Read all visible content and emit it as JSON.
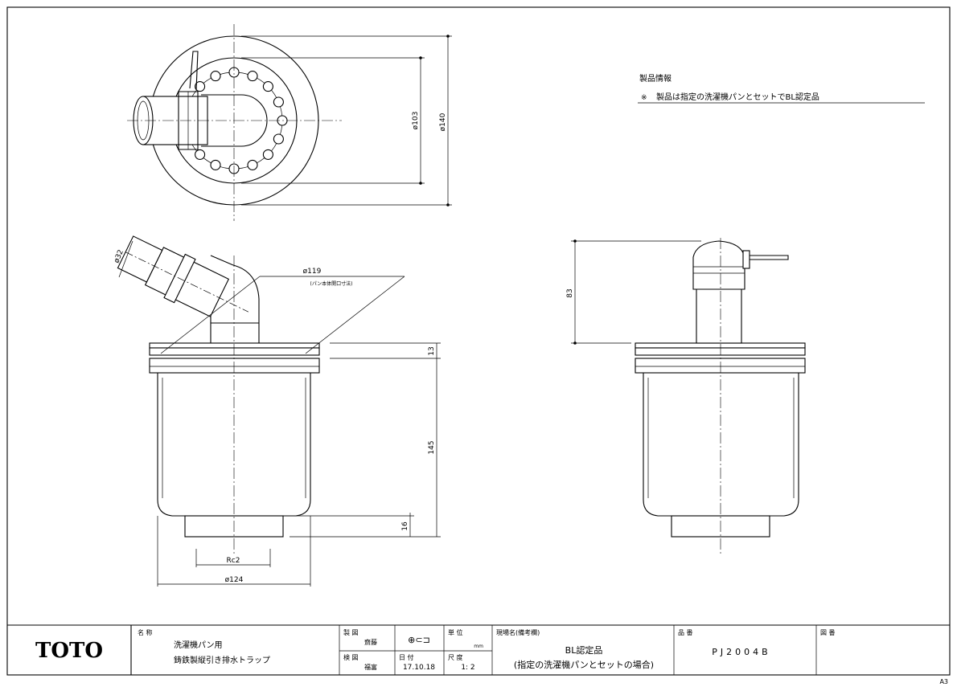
{
  "product_info": {
    "heading": "製品情報",
    "note_mark": "※",
    "note": "製品は指定の洗濯機パンとセットでBL認定品"
  },
  "dimensions": {
    "d140": "ø140",
    "d103": "ø103",
    "d32": "ø32",
    "d119": "ø119",
    "d119_note": "(パン本体開口寸法)",
    "h13": "13",
    "h145": "145",
    "h16": "16",
    "rc2": "Rc2",
    "d124": "ø124",
    "h83": "83"
  },
  "title_block": {
    "logo": "TOTO",
    "name_label": "名 称",
    "name_line1": "洗濯機パン用",
    "name_line2": "鋳鉄製縦引き排水トラップ",
    "drawn_label": "製 図",
    "drawn_by": "齋藤",
    "checked_label": "検 図",
    "checked_by": "福富",
    "projection_symbol": "⊕⊂⊐",
    "date_label": "日 付",
    "date": "17.10.18",
    "unit_label": "単 位",
    "unit": "mm",
    "scale_label": "尺 度",
    "scale": "1: 2",
    "site_label": "現場名(備考欄)",
    "site_line1": "BL認定品",
    "site_line2": "(指定の洗濯機パンとセットの場合)",
    "part_label": "品 番",
    "part_number": "PJ2004B",
    "drawing_no_label": "図 番",
    "sheet_size": "A3"
  }
}
